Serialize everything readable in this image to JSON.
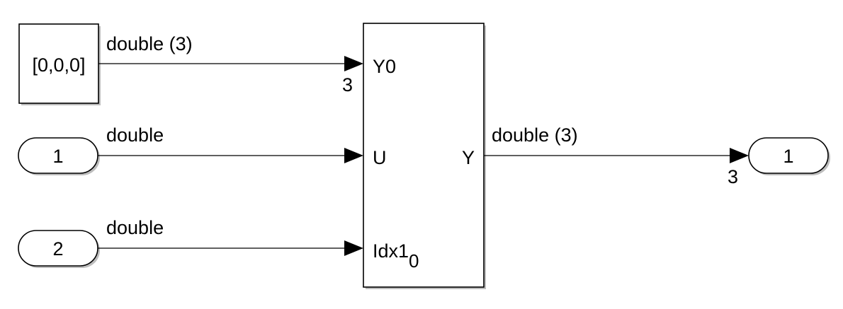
{
  "constant_block": {
    "value": "[0,0,0]"
  },
  "inports": [
    {
      "number": "1"
    },
    {
      "number": "2"
    }
  ],
  "outport": {
    "number": "1"
  },
  "main_block": {
    "ports_in": [
      "Y0",
      "U",
      "Idx1"
    ],
    "idx_subscript": "0",
    "port_out": "Y"
  },
  "signals": {
    "const_to_y0": {
      "type": "double (3)",
      "dim": "3"
    },
    "in1_to_u": {
      "type": "double"
    },
    "in2_to_idx": {
      "type": "double"
    },
    "y_to_out": {
      "type": "double (3)",
      "dim": "3"
    }
  }
}
